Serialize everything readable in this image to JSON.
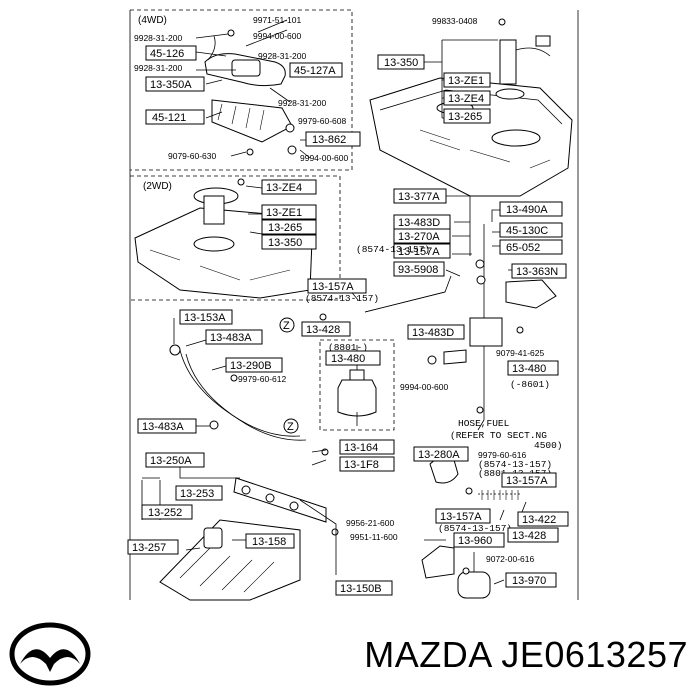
{
  "sections": {
    "four_wd": "(4WD)",
    "two_wd": "(2WD)"
  },
  "labels": [
    "9971-51-101",
    "9928-31-200",
    "9994-00-600",
    "45-126",
    "9928-31-200",
    "9928-31-200",
    "45-127A",
    "13-350A",
    "9928-31-200",
    "45-121",
    "9979-60-608",
    "13-862",
    "9079-60-630",
    "9994-00-600",
    "99833-0408",
    "13-350",
    "13-ZE1",
    "13-ZE4",
    "13-265",
    "13-ZE4",
    "13-ZE1",
    "13-265",
    "13-350",
    "13-377A",
    "13-483D",
    "13-270A",
    "13-157A",
    "93-5908",
    "13-490A",
    "45-130C",
    "65-052",
    "13-363N",
    "13-157A",
    "13-428",
    "13-483D",
    "13-153A",
    "13-483A",
    "13-480",
    "13-290B",
    "9979-60-612",
    "13-480",
    "9079-41-625",
    "9994-00-600",
    "13-483A",
    "13-164",
    "13-1F8",
    "13-250A",
    "13-253",
    "13-252",
    "13-257",
    "13-158",
    "9956-21-600",
    "9951-11-600",
    "13-150B",
    "13-280A",
    "9979-60-616",
    "13-157A",
    "13-157A",
    "13-422",
    "13-428",
    "13-960",
    "9072-00-616",
    "13-970"
  ],
  "notes": [
    "(8574-13-157)",
    "(8574-13-157)",
    "(8574-13-157)",
    "(8801-)",
    "(-8601)",
    "(8574-13-157)",
    "(8801-13-157)",
    "(8574-13-157)"
  ],
  "hose_note": [
    "HOSE,FUEL",
    "(REFER TO SECT.NG",
    "4500)"
  ],
  "callouts": [
    "Z",
    "Z"
  ],
  "brand": {
    "name": "MAZDA",
    "part_number": "JE0613257",
    "logo_icon": "mazda-logo-icon"
  }
}
